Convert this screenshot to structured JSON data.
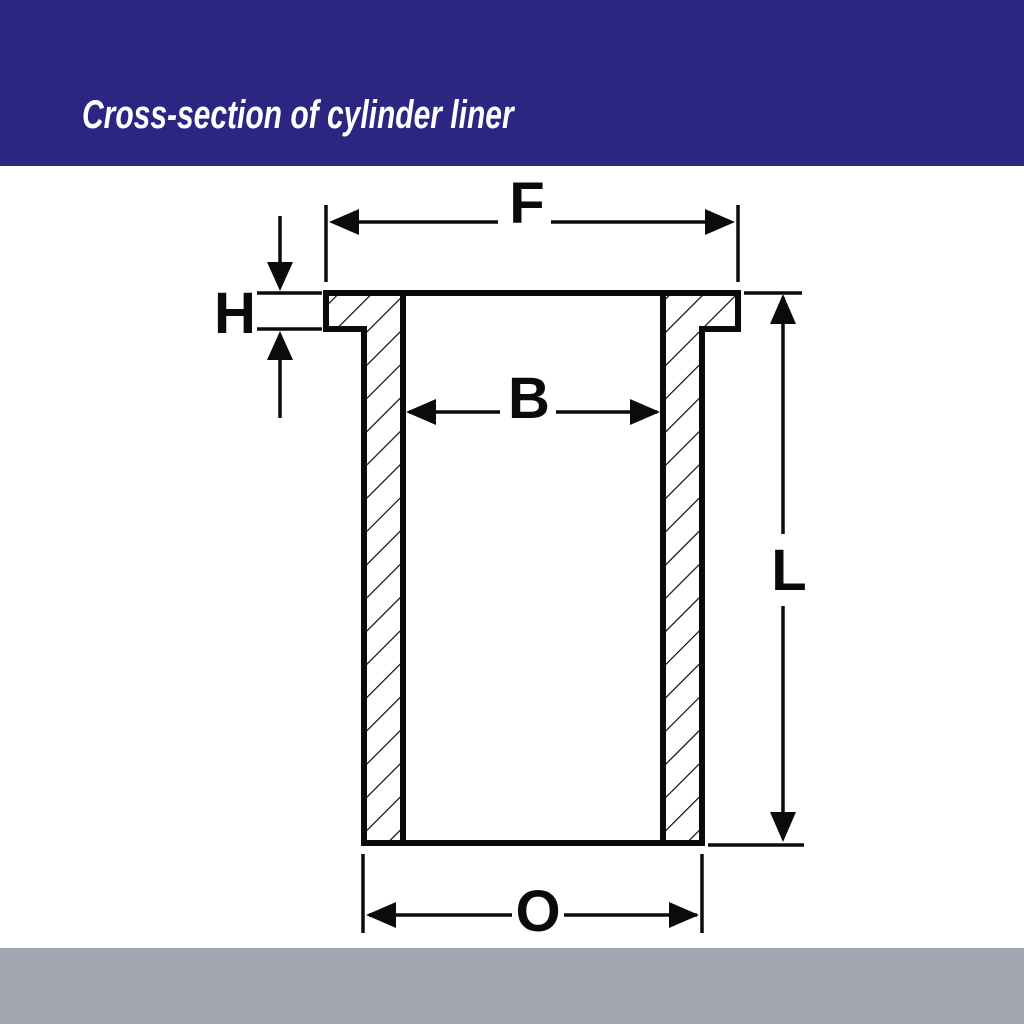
{
  "title_bar": {
    "title": "Cross-section of cylinder liner"
  },
  "colors": {
    "title_bar_bg": "#2B2681",
    "title_text": "#FFFFFF",
    "footer_bg": "#A4A6B1",
    "diagram_line": "#0B0B0B",
    "background": "#FFFFFF"
  },
  "diagram": {
    "type": "technical-drawing",
    "subject": "cylinder liner cross-section",
    "dimension_labels": {
      "flange_outer_diameter": "F",
      "flange_height": "H",
      "bore_inner_diameter": "B",
      "total_length": "L",
      "outer_diameter": "O"
    }
  }
}
